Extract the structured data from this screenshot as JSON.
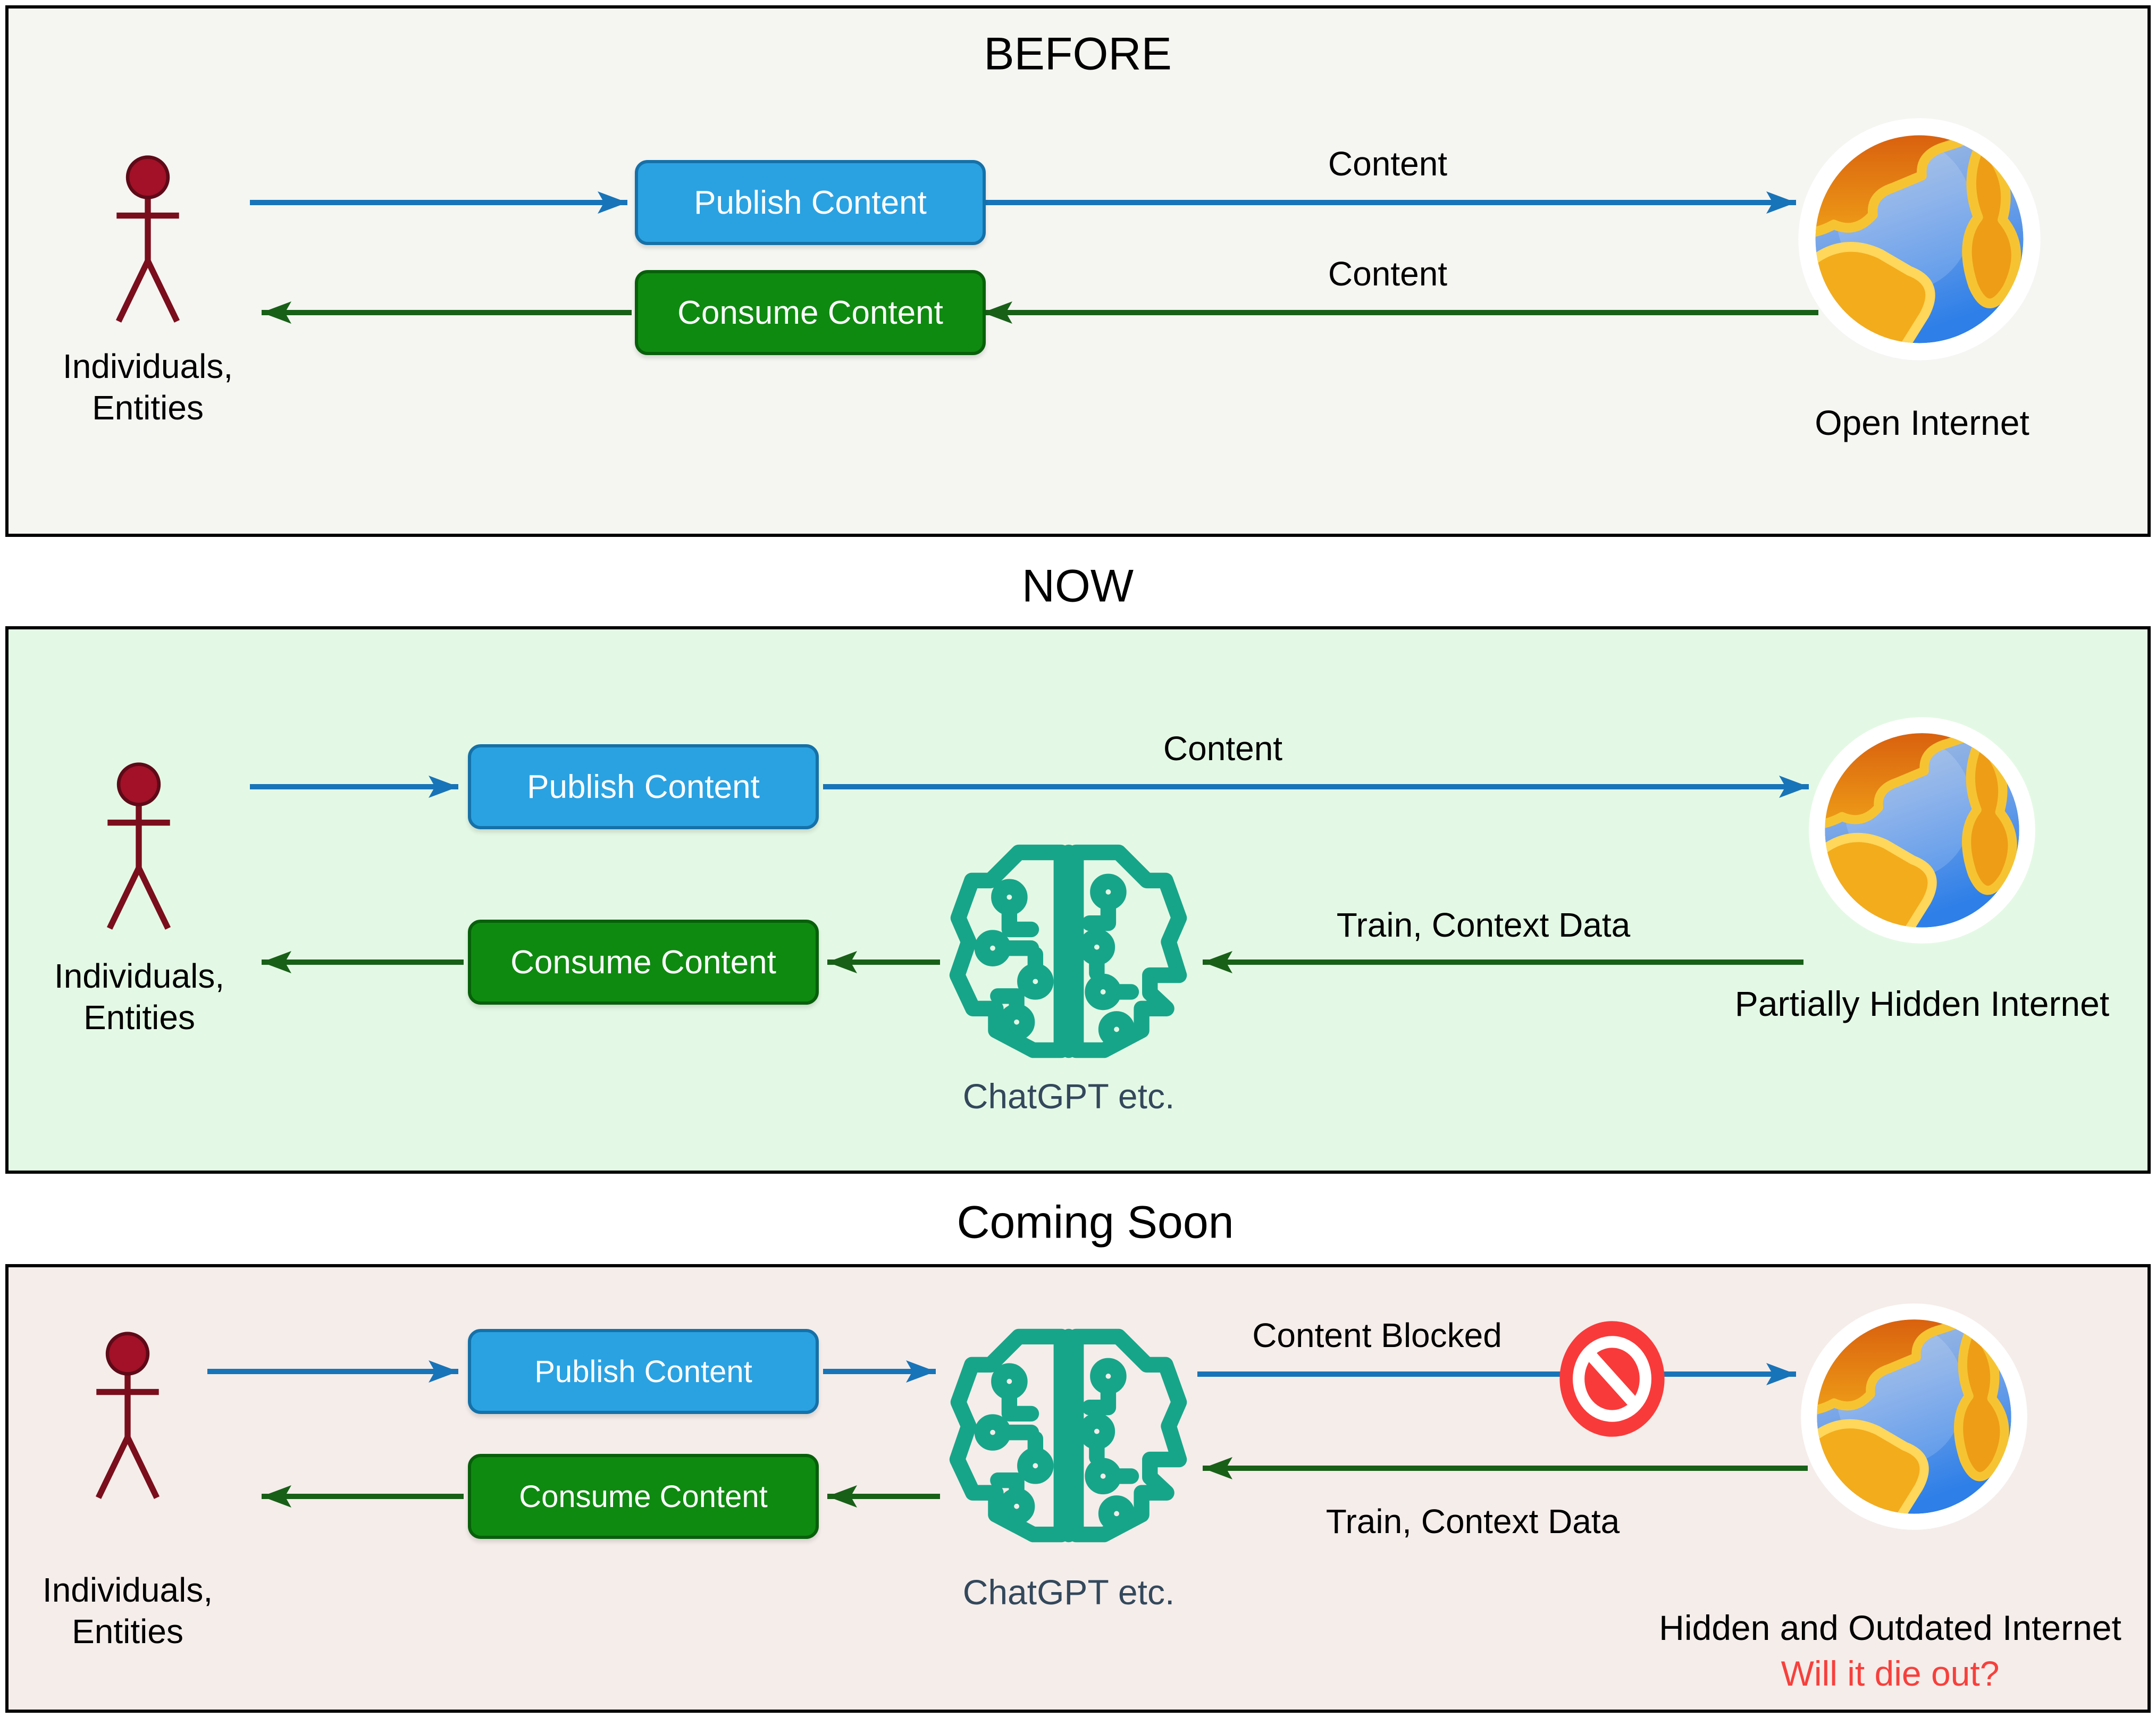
{
  "panels": [
    {
      "title": "BEFORE",
      "actor": {
        "line1": "Individuals,",
        "line2": "Entities"
      },
      "publish_button": "Publish Content",
      "consume_button": "Consume Content",
      "publish_arrow_label": "Content",
      "consume_arrow_label": "Content",
      "internet_label": "Open Internet"
    },
    {
      "title": "NOW",
      "actor": {
        "line1": "Individuals,",
        "line2": "Entities"
      },
      "publish_button": "Publish Content",
      "consume_button": "Consume Content",
      "publish_arrow_label": "Content",
      "consume_arrow_label": "Train, Context Data",
      "ai_label": "ChatGPT etc.",
      "internet_label": "Partially Hidden Internet"
    },
    {
      "title": "Coming Soon",
      "actor": {
        "line1": "Individuals,",
        "line2": "Entities"
      },
      "publish_button": "Publish Content",
      "consume_button": "Consume Content",
      "publish_arrow_label": "Content Blocked",
      "consume_arrow_label": "Train, Context Data",
      "ai_label": "ChatGPT etc.",
      "internet_label": "Hidden and Outdated Internet",
      "internet_sublabel": "Will it die out?"
    }
  ],
  "icons": {
    "actor": "stick-figure-person",
    "internet": "globe",
    "ai": "circuit-brain",
    "blocked": "no-entry-prohibition-sign"
  },
  "colors": {
    "panel_before_bg": "#F5F5F2",
    "panel_now_bg": "#E4F9E5",
    "panel_coming_bg": "#F5EDEA",
    "publish_blue": "#2AA2E2",
    "publish_border": "#1571A8",
    "consume_green": "#0E8A10",
    "consume_border": "#07600A",
    "arrow_blue": "#1874B8",
    "arrow_green": "#186018",
    "actor_red": "#A21127",
    "brain_teal": "#17A589",
    "ai_text": "#33485C",
    "blocked_red": "#F93A3A",
    "warning_red": "#F7403C"
  }
}
